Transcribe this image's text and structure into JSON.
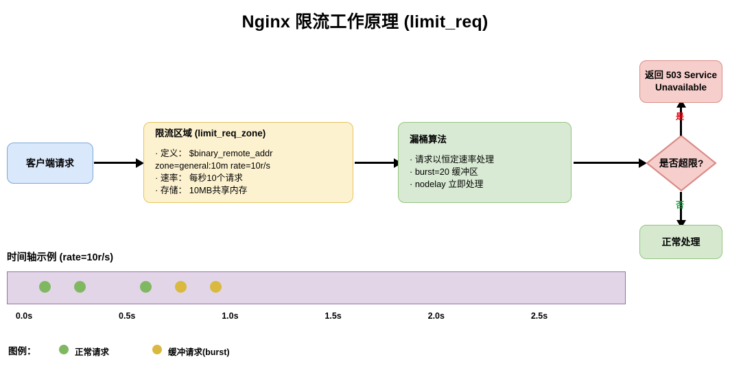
{
  "title": "Nginx 限流工作原理 (limit_req)",
  "flow": {
    "client": {
      "label": "客户端请求"
    },
    "zone": {
      "title": "限流区域 (limit_req_zone)",
      "lines": [
        "· 定义： $binary_remote_addr zone=general:10m rate=10r/s",
        "· 速率： 每秒10个请求",
        "· 存储： 10MB共享内存"
      ]
    },
    "bucket": {
      "title": "漏桶算法",
      "lines": [
        "· 请求以恒定速率处理",
        "· burst=20 缓冲区",
        "· nodelay 立即处理"
      ]
    },
    "decision": {
      "label": "是否超限?"
    },
    "reject": {
      "label": "返回 503\nService\nUnavailable"
    },
    "accept": {
      "label": "正常处理"
    },
    "edges": {
      "yes_label": "是",
      "no_label": "否",
      "yes_color": "#e8000d",
      "no_color": "#13a03c"
    }
  },
  "timeline": {
    "heading": "时间轴示例 (rate=10r/s)",
    "ticks": [
      "0.0s",
      "0.5s",
      "1.0s",
      "1.5s",
      "2.0s",
      "2.5s"
    ],
    "band_color": "#e1d5e7",
    "band_border": "#9673a6",
    "requests": [
      {
        "time_s": 0.1,
        "type": "normal"
      },
      {
        "time_s": 0.27,
        "type": "normal"
      },
      {
        "time_s": 0.59,
        "type": "normal"
      },
      {
        "time_s": 0.76,
        "type": "burst"
      },
      {
        "time_s": 0.93,
        "type": "burst"
      }
    ]
  },
  "legend": {
    "title": "图例：",
    "items": [
      {
        "label": "正常请求",
        "color": "#80b861",
        "type": "normal"
      },
      {
        "label": "缓冲请求(burst)",
        "color": "#d9b93f",
        "type": "burst"
      }
    ]
  },
  "colors": {
    "client_fill": "#dae8fc",
    "zone_fill": "#fdf2d0",
    "bucket_fill": "#d8ead3",
    "reject_fill": "#f6cfcc",
    "accept_fill": "#d6e9cf",
    "decision_fill": "#f6cfcc"
  }
}
